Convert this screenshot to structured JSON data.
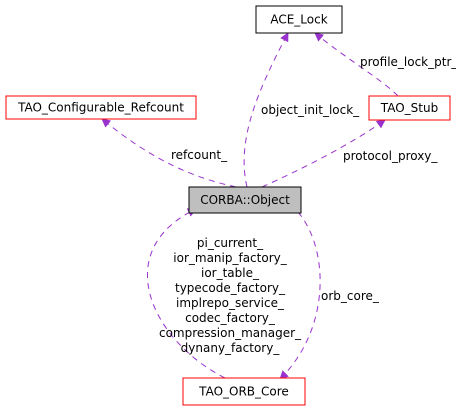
{
  "colors": {
    "edge": "#9a32cd",
    "focus_fill": "#bfbfbf",
    "focus_border": "#000000",
    "plain_border": "#000000",
    "red_border": "#ff0000",
    "background": "#ffffff"
  },
  "nodes": {
    "ace_lock": "ACE_Lock",
    "tao_configurable_refcount": "TAO_Configurable_Refcount",
    "tao_stub": "TAO_Stub",
    "corba_object": "CORBA::Object",
    "tao_orb_core": "TAO_ORB_Core"
  },
  "edges": {
    "profile_lock_ptr": "profile_lock_ptr_",
    "object_init_lock": "object_init_lock_",
    "refcount": "refcount_",
    "protocol_proxy": "protocol_proxy_",
    "orb_core": "orb_core_",
    "orb_core_to_object_labels": [
      "pi_current_",
      "ior_manip_factory_",
      "ior_table_",
      "typecode_factory_",
      "implrepo_service_",
      "codec_factory_",
      "compression_manager_",
      "dynany_factory_"
    ]
  }
}
